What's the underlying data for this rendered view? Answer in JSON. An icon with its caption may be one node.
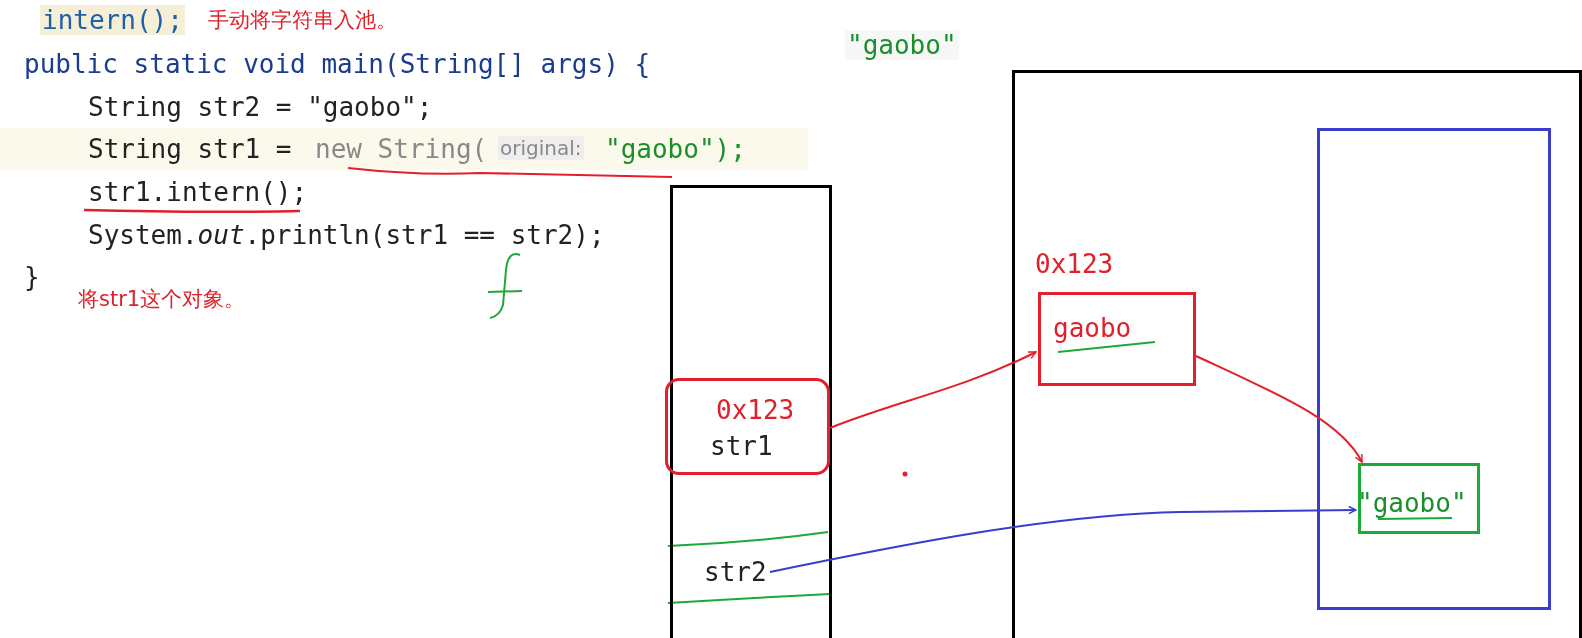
{
  "diagram": {
    "nodes": [
      {
        "text": [],
        "shape": "box"
      },
      {
        "text": [
          "0x123",
          "str1"
        ],
        "in": 0
      },
      {
        "text": [
          "str2"
        ],
        "in": 0
      },
      {
        "text": [],
        "shape": "box"
      },
      {
        "text": [
          "0x123",
          "gaobo"
        ],
        "in": 3
      },
      {
        "text": [],
        "shape": "box",
        "in": 3
      },
      {
        "text": [
          "\"gaobo\""
        ],
        "in": 5
      }
    ],
    "edges": [
      {
        "from": 1,
        "to": 4,
        "arrow": "to",
        "color": "#e0202a"
      },
      {
        "from": 4,
        "to": 6,
        "arrow": "to",
        "color": "#e0202a"
      },
      {
        "from": 2,
        "to": 6,
        "arrow": "to",
        "color": "#3b3bcc"
      }
    ],
    "labels": [
      "intern();",
      "手动将字符串入池。",
      "\"gaobo\"",
      "public static void main(String[] args) {",
      "String str2 = \"gaobo\";",
      "String str1 =",
      "new String(",
      "original:",
      "\"gaobo\");",
      "str1.intern();",
      "System.*out*.println(str1 == str2);",
      "}",
      "将str1这个对象。"
    ]
  }
}
